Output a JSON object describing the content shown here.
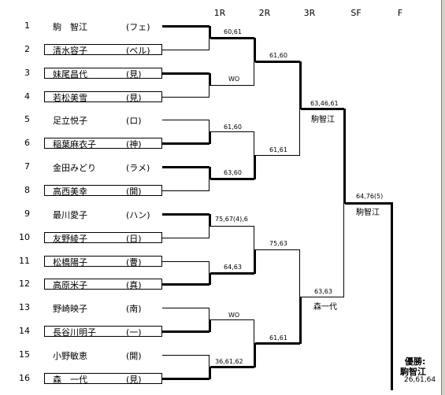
{
  "rounds": [
    "1R",
    "2R",
    "3R",
    "SF",
    "F"
  ],
  "players": [
    {
      "seed": "1",
      "name": "駒　智江",
      "club": "(フェ)"
    },
    {
      "seed": "2",
      "name": "清水容子",
      "club": "(ベル)"
    },
    {
      "seed": "3",
      "name": "妹尾昌代",
      "club": "(見)"
    },
    {
      "seed": "4",
      "name": "若松美雪",
      "club": "(見)"
    },
    {
      "seed": "5",
      "name": "足立悦子",
      "club": "(ロ)"
    },
    {
      "seed": "6",
      "name": "稲葉麻衣子",
      "club": "(神)"
    },
    {
      "seed": "7",
      "name": "金田みどり",
      "club": "(ラメ)"
    },
    {
      "seed": "8",
      "name": "高西美幸",
      "club": "(開)"
    },
    {
      "seed": "9",
      "name": "最川愛子",
      "club": "(ハン)"
    },
    {
      "seed": "10",
      "name": "友野綾子",
      "club": "(日)"
    },
    {
      "seed": "11",
      "name": "松橋陽子",
      "club": "(曹)"
    },
    {
      "seed": "12",
      "name": "高原米子",
      "club": "(真)"
    },
    {
      "seed": "13",
      "name": "野崎映子",
      "club": "(南)"
    },
    {
      "seed": "14",
      "name": "長谷川明子",
      "club": "(一)"
    },
    {
      "seed": "15",
      "name": "小野敏恵",
      "club": "(開)"
    },
    {
      "seed": "16",
      "name": "森　一代",
      "club": "(見)"
    }
  ],
  "scores": {
    "r1": [
      "60,61",
      "WO",
      "61,60",
      "63,60",
      "75,67(4),6",
      "64,63",
      "WO",
      "36,61,62"
    ],
    "r2": [
      "61,60",
      "61,61",
      "75,63",
      "61,61"
    ],
    "r3": [
      "63,46,61",
      "63,63"
    ],
    "sf": [
      "64,76(5)"
    ]
  },
  "advancers": {
    "r3": [
      "駒智江",
      "森一代"
    ],
    "sf": "駒智江"
  },
  "champion": {
    "label": "優勝:",
    "name": "駒智江",
    "score": "26,61,64"
  }
}
